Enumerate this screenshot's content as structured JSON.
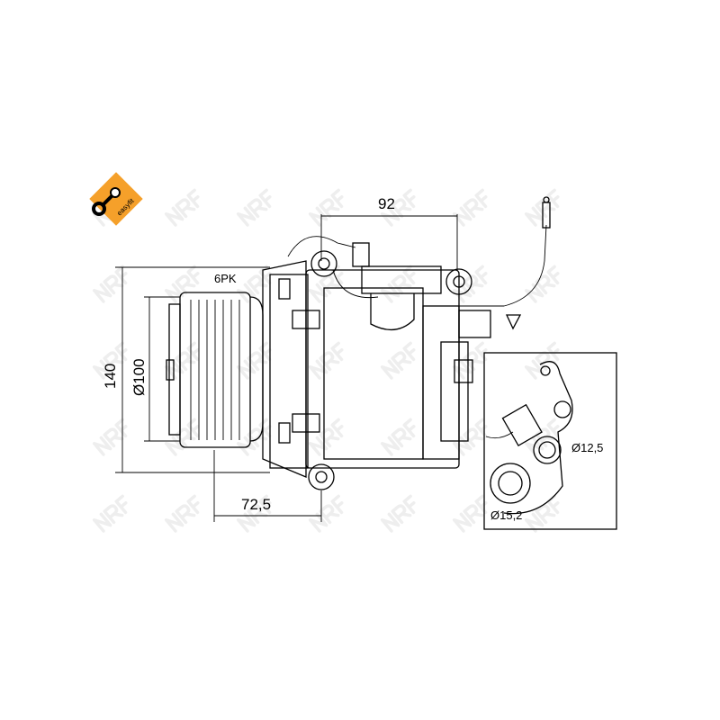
{
  "logo": {
    "text": "easyfit",
    "color": "#f5a02a"
  },
  "watermark": "NRF",
  "dimensions": {
    "width_top": "92",
    "belt": "6PK",
    "height": "140",
    "pulley_diameter": "Ø100",
    "pulley_offset": "72,5",
    "port_small": "Ø12,5",
    "port_large": "Ø15,2"
  }
}
